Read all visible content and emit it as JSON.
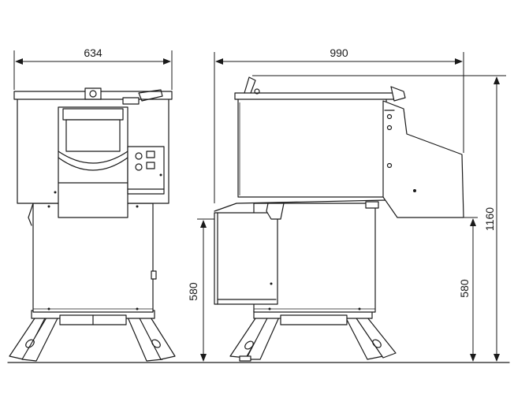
{
  "dimensions": {
    "front_width": "634",
    "side_depth": "990",
    "total_height": "1160",
    "base_height_front": "580",
    "base_height_side": "580"
  },
  "colors": {
    "line": "#1a1a1a",
    "background": "#ffffff"
  }
}
